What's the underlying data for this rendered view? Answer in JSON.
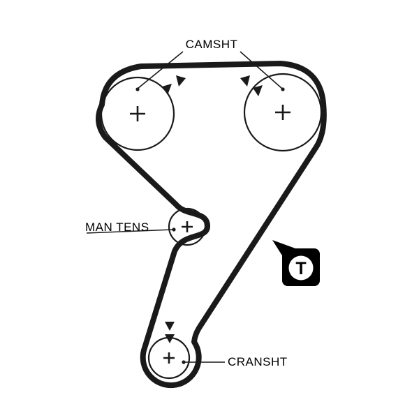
{
  "labels": {
    "camshaft": "CAMSHT",
    "manual_tensioner": "MAN TENS",
    "crankshaft": "CRANSHT",
    "tension_marker": "T"
  },
  "colors": {
    "background": "#ffffff",
    "line": "#1a1a1a",
    "marker_background": "#000000",
    "marker_circle": "#ffffff"
  }
}
